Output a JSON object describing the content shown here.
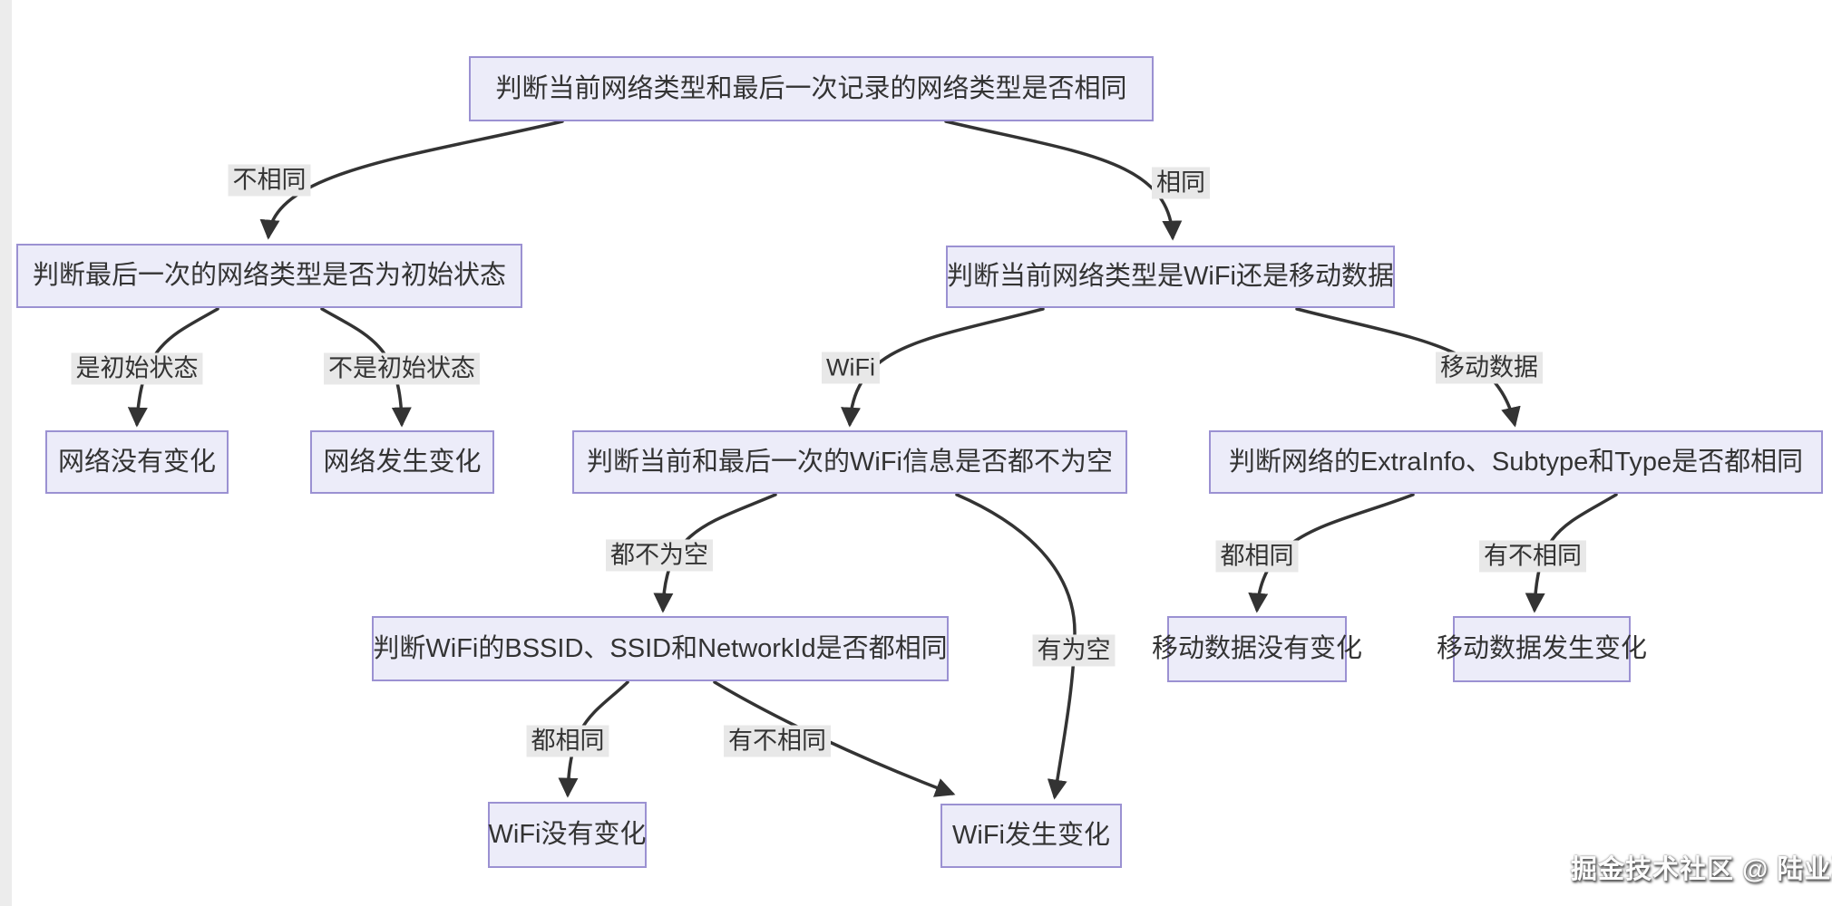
{
  "diagram": {
    "type": "flowchart",
    "direction": "top-down",
    "nodes": {
      "root": "判断当前网络类型和最后一次记录的网络类型是否相同",
      "last_initial": "判断最后一次的网络类型是否为初始状态",
      "net_no_change": "网络没有变化",
      "net_changed": "网络发生变化",
      "wifi_or_mobile": "判断当前网络类型是WiFi还是移动数据",
      "wifi_info_null": "判断当前和最后一次的WiFi信息是否都不为空",
      "wifi_ids_same": "判断WiFi的BSSID、SSID和NetworkId是否都相同",
      "wifi_no_change": "WiFi没有变化",
      "wifi_changed": "WiFi发生变化",
      "mobile_same": "判断网络的ExtraInfo、Subtype和Type是否都相同",
      "mobile_no_change": "移动数据没有变化",
      "mobile_changed": "移动数据发生变化"
    },
    "edge_labels": {
      "not_same": "不相同",
      "same": "相同",
      "is_initial": "是初始状态",
      "not_initial": "不是初始状态",
      "wifi": "WiFi",
      "mobile": "移动数据",
      "both_not_null": "都不为空",
      "has_null": "有为空",
      "wifi_all_same": "都相同",
      "wifi_any_diff": "有不相同",
      "mobile_all_same": "都相同",
      "mobile_any_diff": "有不相同"
    },
    "edges": [
      {
        "from": "root",
        "to": "last_initial",
        "label": "不相同"
      },
      {
        "from": "root",
        "to": "wifi_or_mobile",
        "label": "相同"
      },
      {
        "from": "last_initial",
        "to": "net_no_change",
        "label": "是初始状态"
      },
      {
        "from": "last_initial",
        "to": "net_changed",
        "label": "不是初始状态"
      },
      {
        "from": "wifi_or_mobile",
        "to": "wifi_info_null",
        "label": "WiFi"
      },
      {
        "from": "wifi_or_mobile",
        "to": "mobile_same",
        "label": "移动数据"
      },
      {
        "from": "wifi_info_null",
        "to": "wifi_ids_same",
        "label": "都不为空"
      },
      {
        "from": "wifi_info_null",
        "to": "wifi_changed",
        "label": "有为空"
      },
      {
        "from": "wifi_ids_same",
        "to": "wifi_no_change",
        "label": "都相同"
      },
      {
        "from": "wifi_ids_same",
        "to": "wifi_changed",
        "label": "有不相同"
      },
      {
        "from": "mobile_same",
        "to": "mobile_no_change",
        "label": "都相同"
      },
      {
        "from": "mobile_same",
        "to": "mobile_changed",
        "label": "有不相同"
      }
    ],
    "colors": {
      "node_fill": "#ECECF9",
      "node_border": "#9B91D2",
      "node_text": "#333333",
      "edge_stroke": "#333333",
      "label_bg": "#E8E8E8",
      "label_text": "#333333"
    }
  },
  "watermark": "掘金技术社区 @ 陆业聪"
}
